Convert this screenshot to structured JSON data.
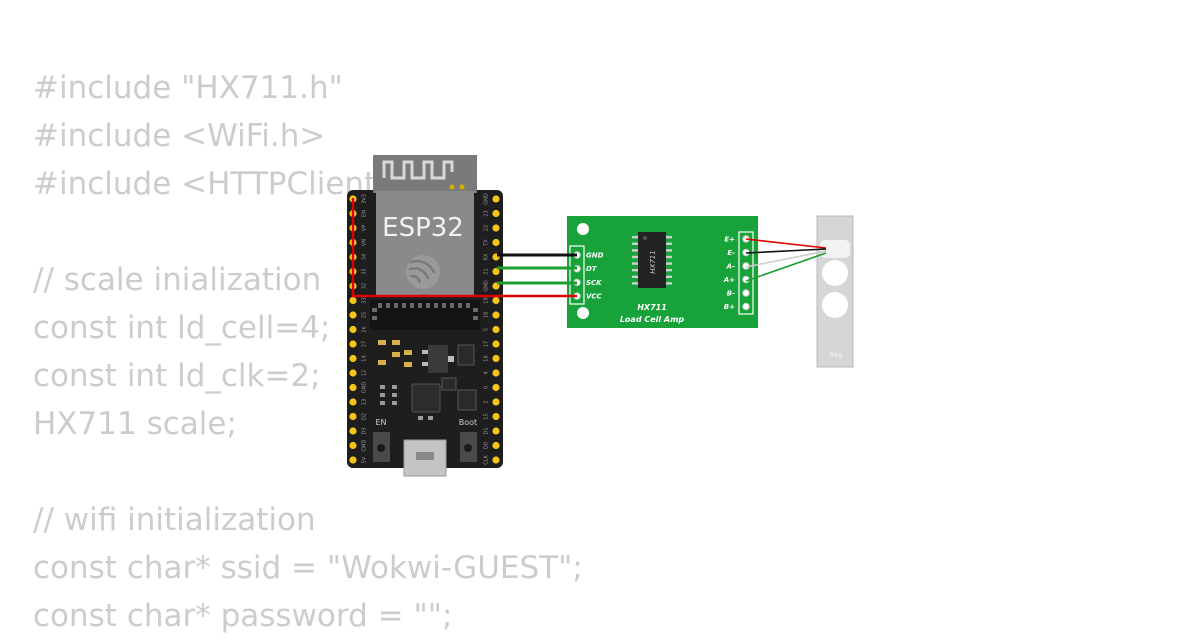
{
  "code_lines": [
    "#include \"HX711.h\"",
    "#include <WiFi.h>",
    "#include <HTTPClient.h>",
    "",
    "// scale inialization",
    "const int ld_cell=4;",
    "const int ld_clk=2;",
    "HX711 scale;",
    "",
    "// wifi initialization",
    "const char* ssid = \"Wokwi-GUEST\";",
    "const char* password = \"\";"
  ],
  "esp32": {
    "title": "ESP32",
    "button_en": "EN",
    "button_boot": "Boot",
    "logo_icon": "espressif-logo-icon",
    "left_pins": [
      "3V3",
      "EN",
      "VP",
      "VN",
      "34",
      "35",
      "32",
      "33",
      "25",
      "26",
      "27",
      "14",
      "12",
      "GND",
      "13",
      "D2",
      "D3",
      "CMD",
      "5V"
    ],
    "right_pins": [
      "GND",
      "23",
      "22",
      "TX",
      "RX",
      "21",
      "GND",
      "19",
      "18",
      "5",
      "17",
      "16",
      "4",
      "0",
      "2",
      "15",
      "D1",
      "D0",
      "CLK"
    ]
  },
  "hx711": {
    "chip_label": "HX711",
    "board_label_1": "HX711",
    "board_label_2": "Load Cell Amp",
    "left_pins": [
      "GND",
      "DT",
      "SCK",
      "VCC"
    ],
    "right_pins": [
      "E+",
      "E-",
      "A-",
      "A+",
      "B-",
      "B+"
    ]
  },
  "load_cell": {
    "label": "5kg"
  },
  "colors": {
    "board_green": "#17a33a",
    "esp_board": "#1e1e1e",
    "wire_red": "#e00000",
    "wire_black": "#111111",
    "wire_green": "#1c9e2c",
    "code_text": "#cccccc"
  }
}
